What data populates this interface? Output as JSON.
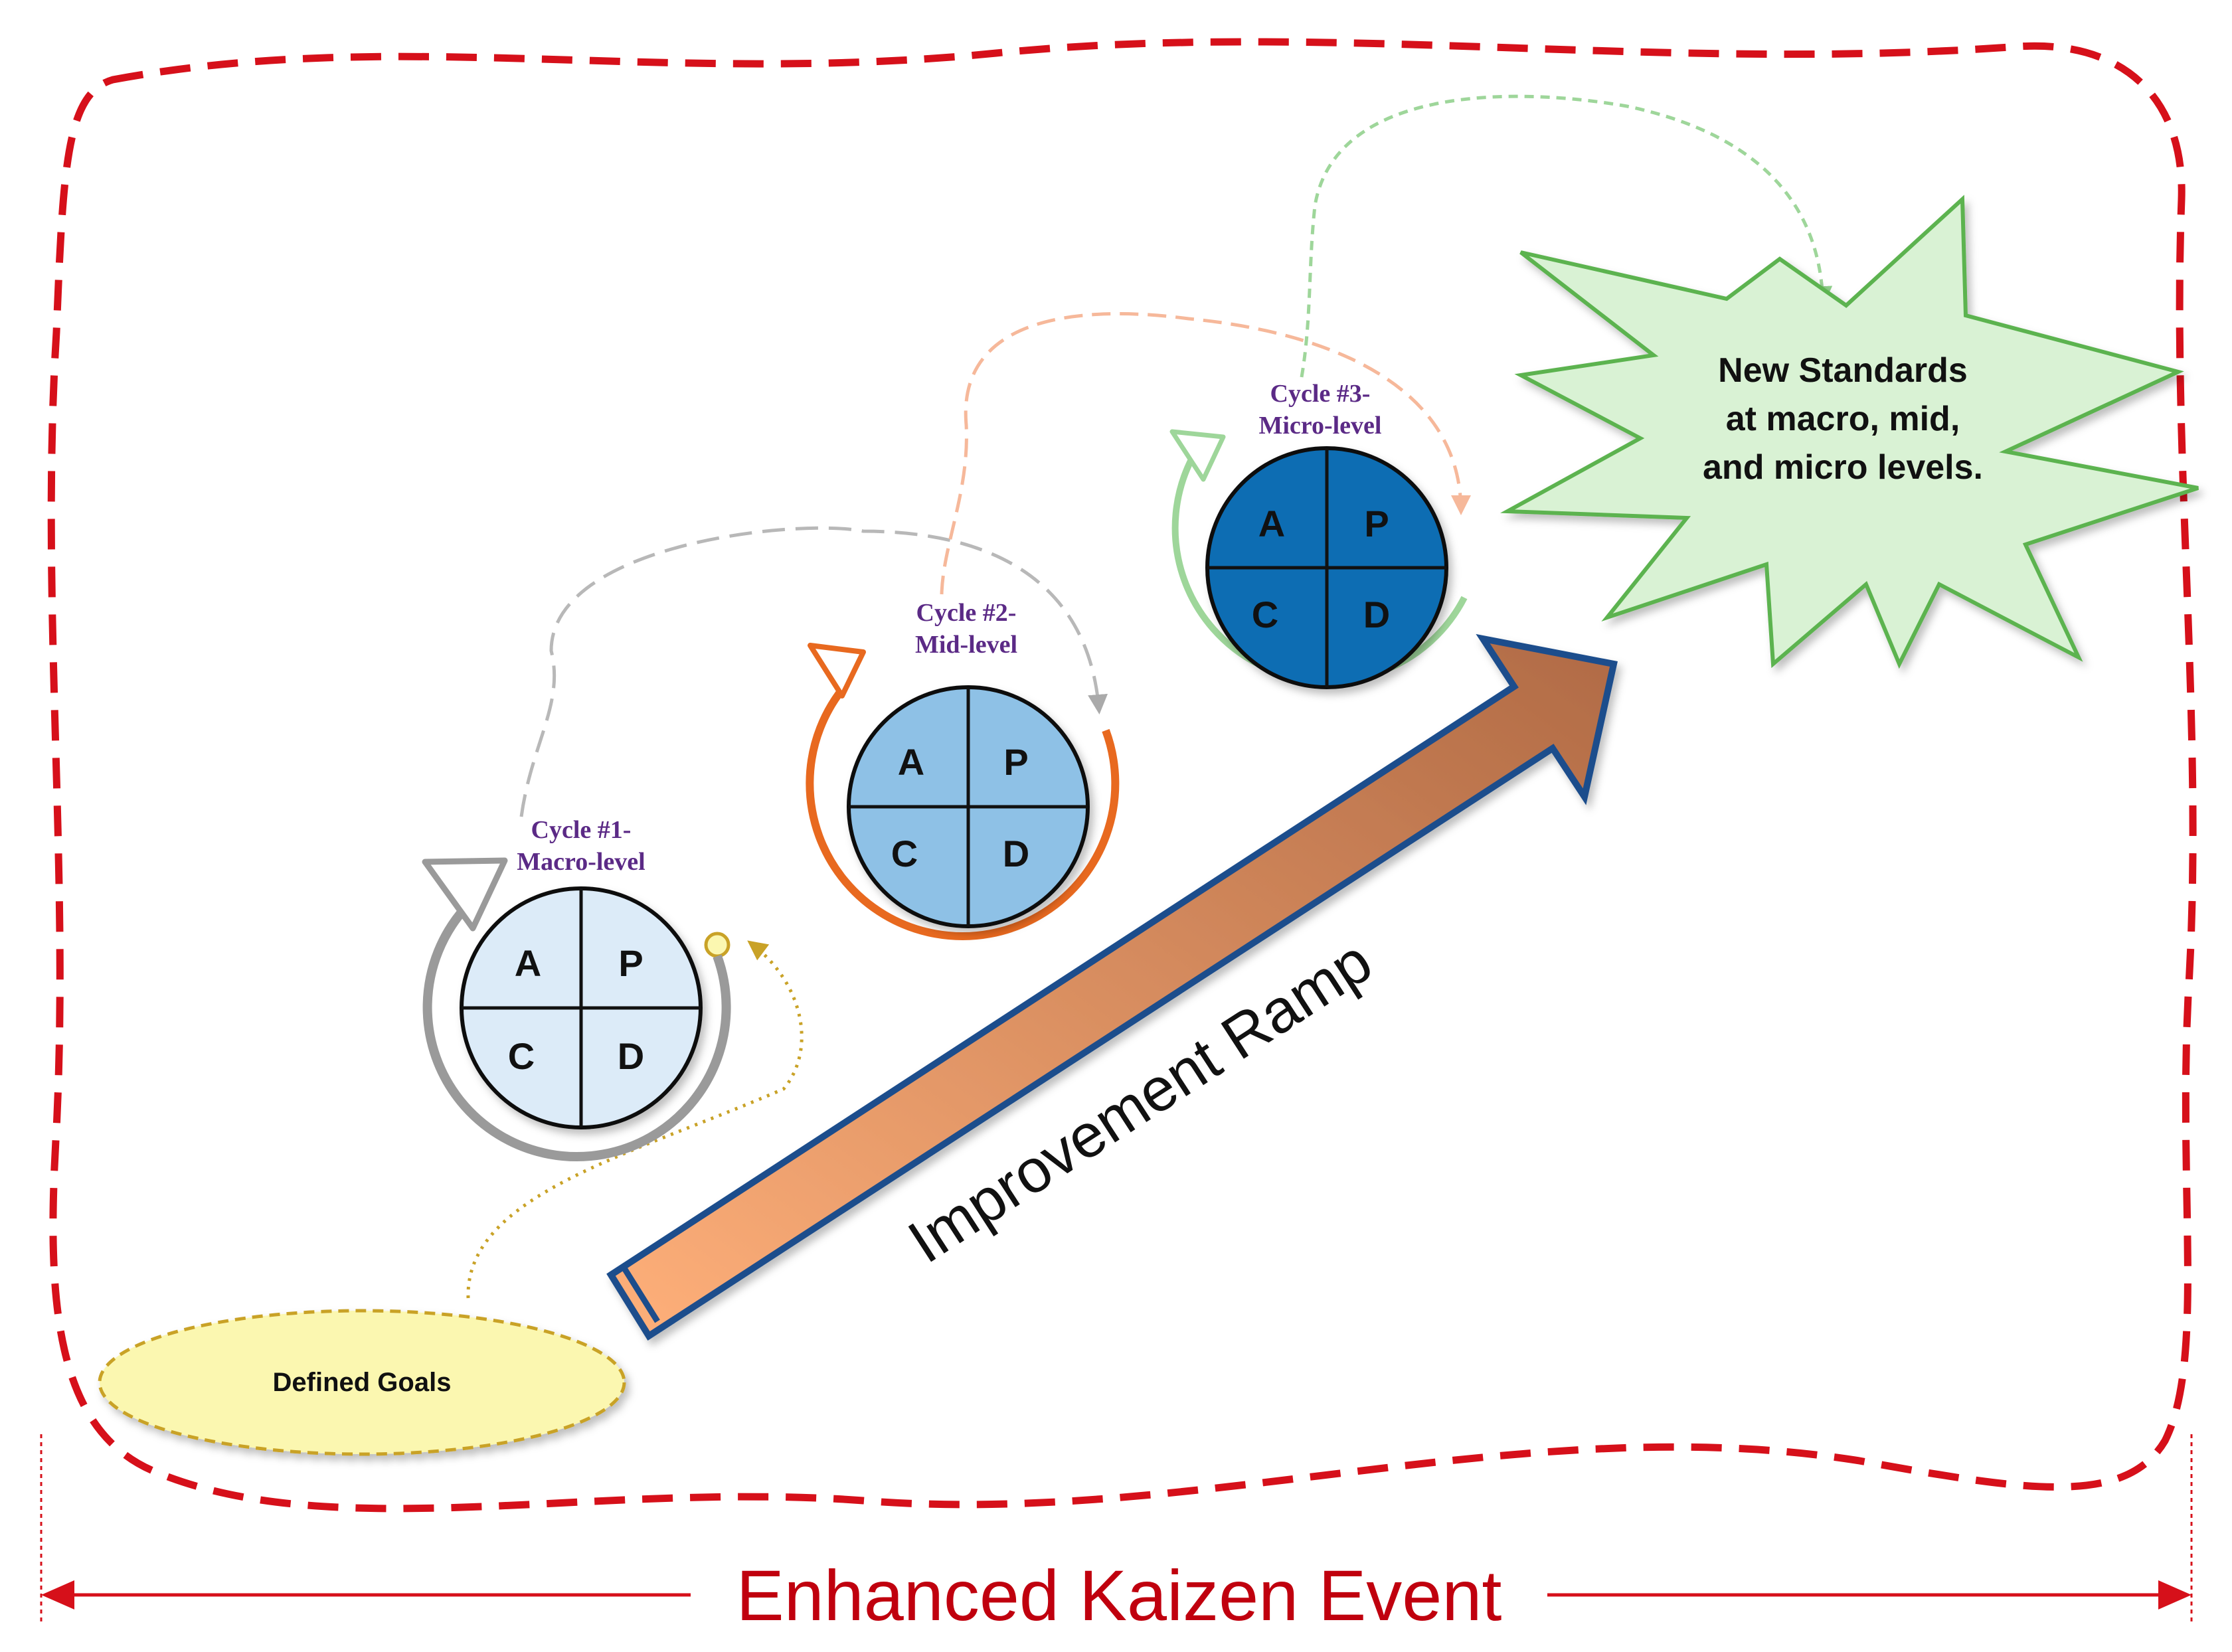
{
  "diagram": {
    "event_label": "Enhanced Kaizen Event",
    "ramp_label": "Improvement Ramp",
    "goal_label": "Defined Goals",
    "new_standards": [
      "New Standards",
      "at macro, mid,",
      "and micro levels."
    ],
    "pdca_letters": {
      "a": "A",
      "p": "P",
      "c": "C",
      "d": "D"
    },
    "cycles": [
      {
        "line1": "Cycle #1-",
        "line2": "Macro-level",
        "fill": "#dcebf8",
        "arc_color": "#9a9a9a"
      },
      {
        "line1": "Cycle #2-",
        "line2": "Mid-level",
        "fill": "#8ec1e6",
        "arc_color": "#e8691f"
      },
      {
        "line1": "Cycle #3-",
        "line2": "Micro-level",
        "fill": "#0f6db3",
        "arc_color": "#9ed69a"
      }
    ],
    "colors": {
      "boundary": "#d6101a",
      "ramp_outline": "#1f4e8c",
      "ramp_start": "#ffb07a",
      "ramp_end": "#b06a45",
      "star_fill": "#d9f2d4",
      "star_stroke": "#5cb34f",
      "goal_fill": "#fbf7b0",
      "goal_stroke": "#c9a227"
    }
  }
}
